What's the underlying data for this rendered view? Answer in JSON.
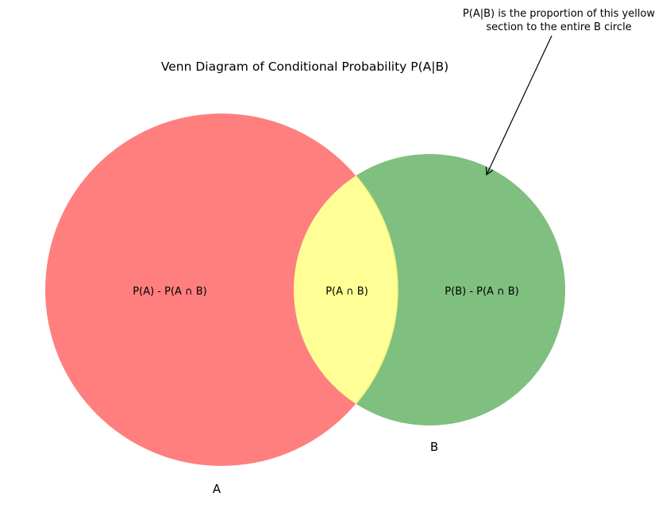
{
  "diagram": {
    "title": "Venn Diagram of Conditional Probability P(A|B)",
    "regions": {
      "a_only": "P(A) - P(A ∩ B)",
      "intersection": "P(A ∩ B)",
      "b_only": "P(B) - P(A ∩ B)"
    },
    "set_labels": {
      "a": "A",
      "b": "B"
    },
    "annotation": {
      "line1": "P(A|B) is the proportion of this yellow",
      "line2": "section to the entire B circle"
    },
    "colors": {
      "set_a": "#ff7f7f",
      "set_b": "#7fbf7f",
      "intersection": "#ffff96",
      "intersection_edge": "#f2f27a",
      "arrow": "#000000"
    }
  }
}
